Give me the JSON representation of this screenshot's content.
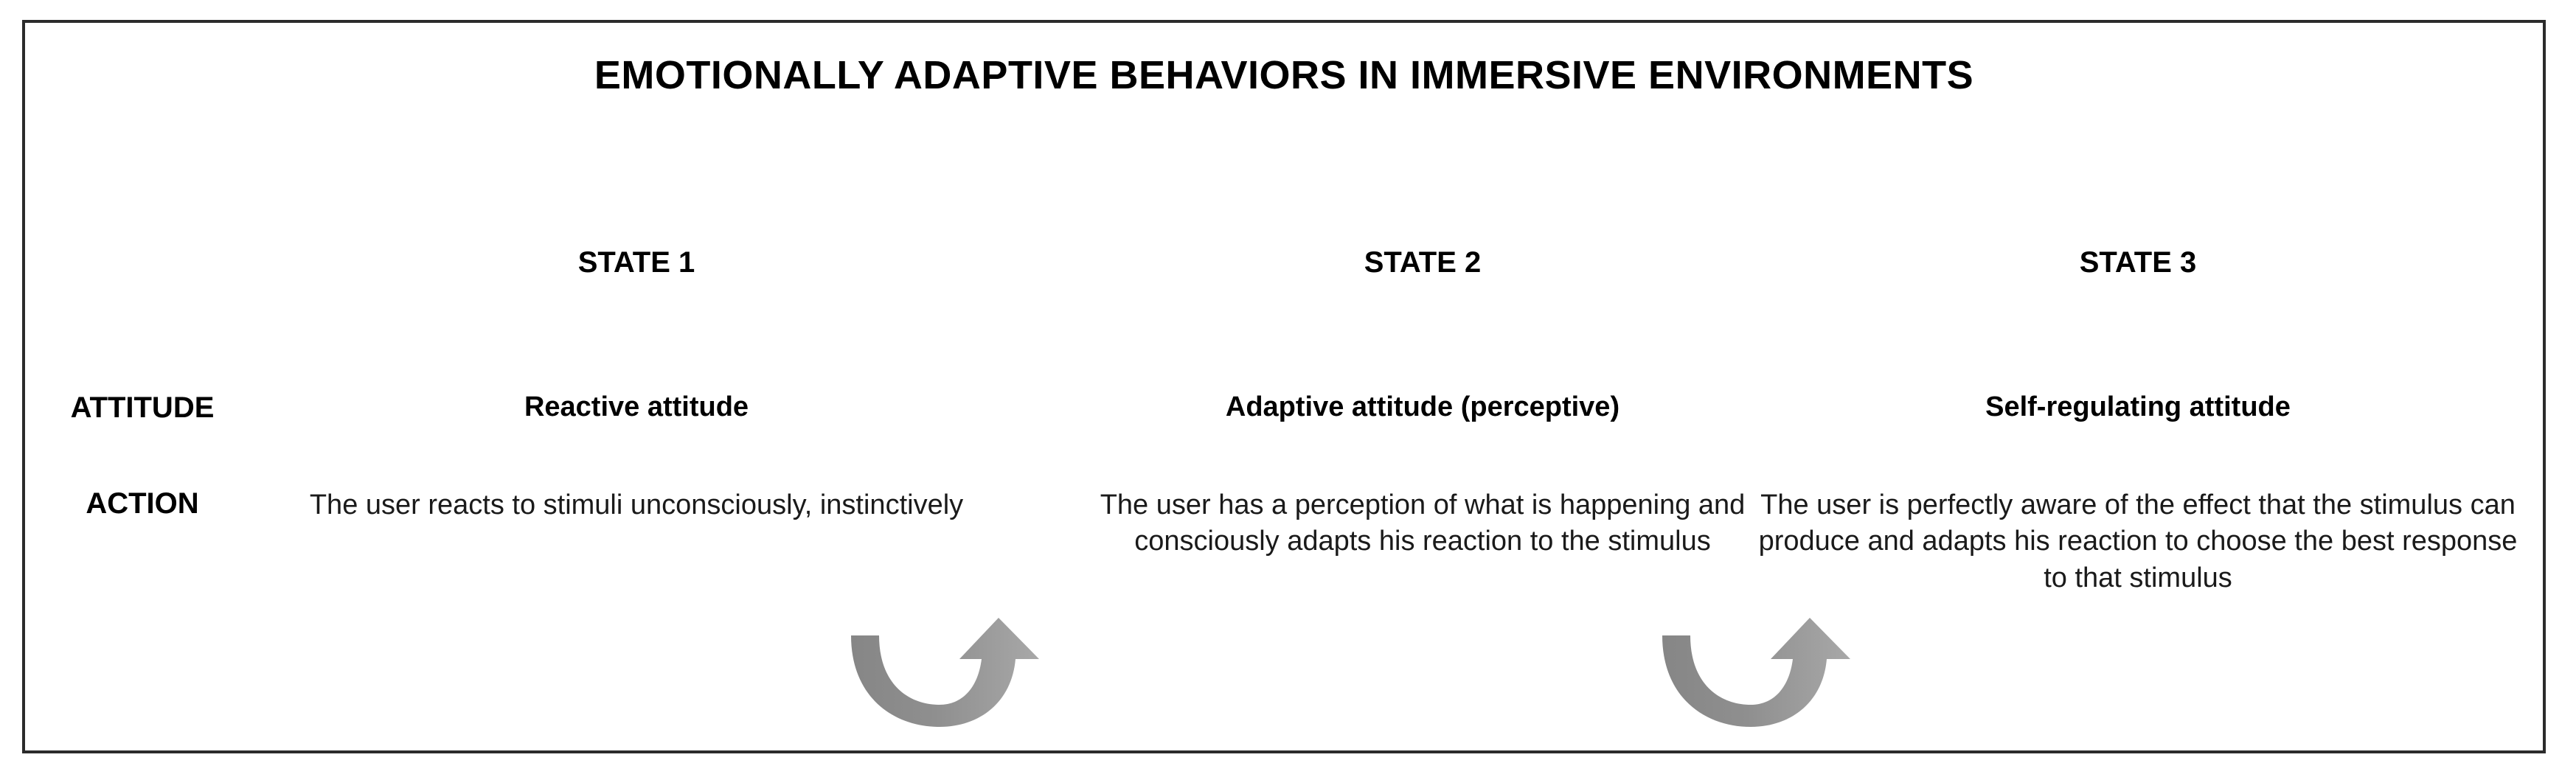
{
  "figure": {
    "title": "EMOTIONALLY ADAPTIVE BEHAVIORS IN IMMERSIVE ENVIRONMENTS",
    "border_color": "#2b2b2b",
    "background_color": "#ffffff",
    "text_color": "#000000"
  },
  "row_labels": {
    "attitude": "ATTITUDE",
    "action": "ACTION"
  },
  "columns": [
    {
      "heading": "STATE 1",
      "attitude": "Reactive attitude",
      "action": "The user reacts to stimuli unconsciously, instinctively"
    },
    {
      "heading": "STATE 2",
      "attitude": "Adaptive attitude (perceptive)",
      "action": "The user has a perception of what is happening and consciously adapts his reaction to the stimulus"
    },
    {
      "heading": "STATE 3",
      "attitude": "Self-regulating attitude",
      "action": "The user is perfectly aware of the effect that the stimulus can produce and adapts his reaction to choose the best response to that stimulus"
    }
  ],
  "arrows": [
    {
      "name": "transition-arrow-state1-to-state2",
      "shape": "u-turn-curved-arrow",
      "direction": "up-right",
      "color_tail": "#8a8a8a",
      "color_head": "#a5a5a5"
    },
    {
      "name": "transition-arrow-state2-to-state3",
      "shape": "u-turn-curved-arrow",
      "direction": "up-right",
      "color_tail": "#8a8a8a",
      "color_head": "#a5a5a5"
    }
  ],
  "chart_data": {
    "type": "table",
    "title": "EMOTIONALLY ADAPTIVE BEHAVIORS IN IMMERSIVE ENVIRONMENTS",
    "categories": [
      "STATE 1",
      "STATE 2",
      "STATE 3"
    ],
    "row_headers": [
      "ATTITUDE",
      "ACTION"
    ],
    "rows": [
      {
        "header": "ATTITUDE",
        "values": [
          "Reactive attitude",
          "Adaptive attitude (perceptive)",
          "Self-regulating attitude"
        ]
      },
      {
        "header": "ACTION",
        "values": [
          "The user reacts to stimuli unconsciously, instinctively",
          "The user has a perception of what is happening and consciously adapts his reaction to the stimulus",
          "The user is perfectly aware of the effect that the stimulus can produce and adapts his reaction to choose the best response to that stimulus"
        ]
      }
    ],
    "transitions": [
      "STATE 1 -> STATE 2",
      "STATE 2 -> STATE 3"
    ],
    "legend": [],
    "xlabel": "",
    "ylabel": ""
  }
}
